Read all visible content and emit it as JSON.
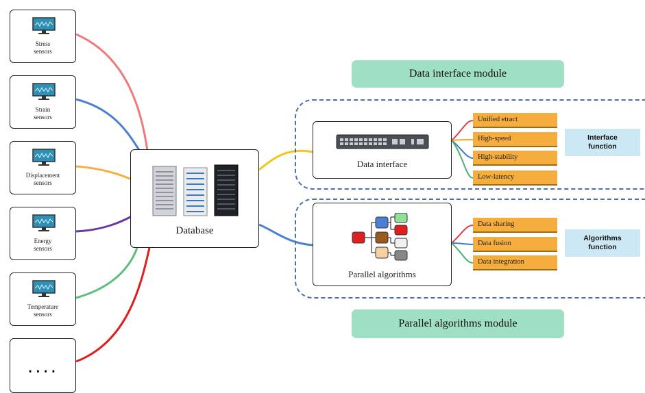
{
  "sensors": [
    {
      "line1": "Stress",
      "line2": "sensors"
    },
    {
      "line1": "Strain",
      "line2": "sensors"
    },
    {
      "line1": "Displacement",
      "line2": "sensors"
    },
    {
      "line1": "Energy",
      "line2": "sensors"
    },
    {
      "line1": "Temperature",
      "line2": "sensors"
    }
  ],
  "more_label": "....",
  "database": {
    "label": "Database"
  },
  "data_interface": {
    "module_title": "Data interface module",
    "node_label": "Data interface",
    "features": [
      "Unified etract",
      "High-speed",
      "High-stability",
      "Low-latency"
    ],
    "function_line1": "Interface",
    "function_line2": "function"
  },
  "parallel": {
    "module_title": "Parallel algorithms module",
    "node_label": "Parallel algorithms",
    "features": [
      "Data sharing",
      "Data fusion",
      "Data integration"
    ],
    "function_line1": "Algorithms",
    "function_line2": "function"
  },
  "colors": {
    "stress": "#f07a7a",
    "strain": "#4a7fd4",
    "displacement": "#f5b041",
    "energy": "#6a3aa0",
    "temperature": "#5cbf7a",
    "more": "#e01e1e",
    "module_bg": "#9fdfc3",
    "feature_bg": "#f5ad3e",
    "function_bg": "#cce8f5",
    "dashed_border": "#4a6fb0"
  }
}
